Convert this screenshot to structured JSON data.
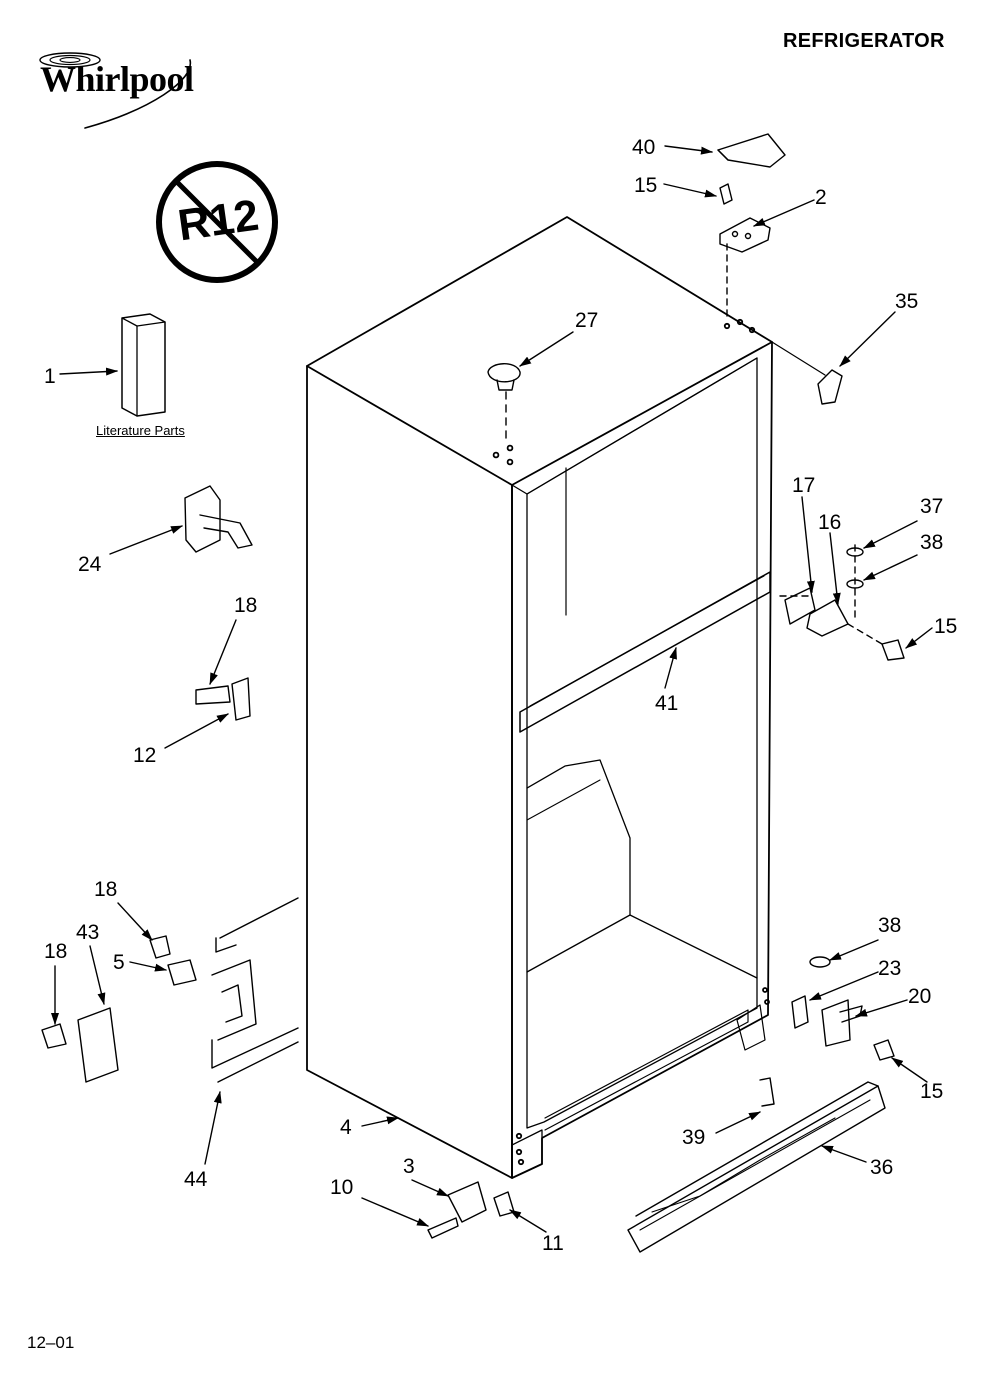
{
  "page": {
    "title": "REFRIGERATOR",
    "brand": "Whirlpool",
    "footer_code": "12–01",
    "literature_label": "Literature Parts",
    "badge_text": "R12"
  },
  "callouts": [
    {
      "id": "c1",
      "label": "1"
    },
    {
      "id": "c40",
      "label": "40"
    },
    {
      "id": "c15a",
      "label": "15"
    },
    {
      "id": "c2",
      "label": "2"
    },
    {
      "id": "c27",
      "label": "27"
    },
    {
      "id": "c35",
      "label": "35"
    },
    {
      "id": "c24",
      "label": "24"
    },
    {
      "id": "c17",
      "label": "17"
    },
    {
      "id": "c16",
      "label": "16"
    },
    {
      "id": "c37",
      "label": "37"
    },
    {
      "id": "c38a",
      "label": "38"
    },
    {
      "id": "c15b",
      "label": "15"
    },
    {
      "id": "c18a",
      "label": "18"
    },
    {
      "id": "c41",
      "label": "41"
    },
    {
      "id": "c12",
      "label": "12"
    },
    {
      "id": "c18b",
      "label": "18"
    },
    {
      "id": "c43",
      "label": "43"
    },
    {
      "id": "c18c",
      "label": "18"
    },
    {
      "id": "c5",
      "label": "5"
    },
    {
      "id": "c38b",
      "label": "38"
    },
    {
      "id": "c23",
      "label": "23"
    },
    {
      "id": "c20",
      "label": "20"
    },
    {
      "id": "c15c",
      "label": "15"
    },
    {
      "id": "c4",
      "label": "4"
    },
    {
      "id": "c39",
      "label": "39"
    },
    {
      "id": "c36",
      "label": "36"
    },
    {
      "id": "c44",
      "label": "44"
    },
    {
      "id": "c3",
      "label": "3"
    },
    {
      "id": "c10",
      "label": "10"
    },
    {
      "id": "c11",
      "label": "11"
    }
  ]
}
